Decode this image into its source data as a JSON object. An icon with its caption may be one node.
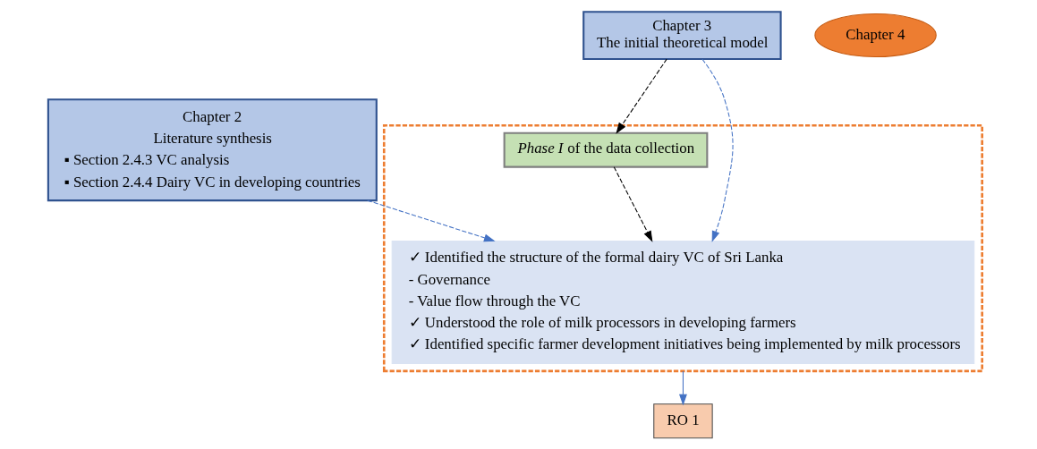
{
  "diagram": {
    "nodes": [
      {
        "text": [
          "Chapter 2",
          "Literature synthesis",
          "▪ Section 2.4.3 VC analysis",
          "▪ Section 2.4.4 Dairy VC in developing countries"
        ]
      },
      {
        "text": [
          "Chapter 3",
          "The initial theoretical model"
        ]
      },
      {
        "text": [],
        "shape": "box"
      },
      {
        "text": [
          "*Phase I* of the data collection"
        ],
        "in": 2
      },
      {
        "text": [
          "Chapter 4"
        ]
      },
      {
        "text": [
          "✓ Identified the structure of the formal dairy VC of Sri Lanka",
          "- Governance",
          "- Value flow through the VC",
          "✓ Understood the role of milk processors in developing farmers",
          "✓ Identified specific farmer development initiatives being implemented by milk processors"
        ],
        "in": 2
      },
      {
        "text": [
          "RO 1"
        ]
      }
    ],
    "edges": [
      {
        "from": 0,
        "to": 5,
        "arrow": "to",
        "style": "dashed",
        "color": "#4472c4"
      },
      {
        "from": 1,
        "to": 5,
        "arrow": "to",
        "style": "dashed",
        "color": "#4472c4"
      },
      {
        "from": 1,
        "to": 3,
        "arrow": "to",
        "style": "dashed",
        "color": "#000000"
      },
      {
        "from": 3,
        "to": 5,
        "arrow": "to",
        "style": "dashed",
        "color": "#000000"
      },
      {
        "from": 2,
        "to": 6,
        "arrow": "to",
        "color": "#4472c4"
      }
    ]
  }
}
